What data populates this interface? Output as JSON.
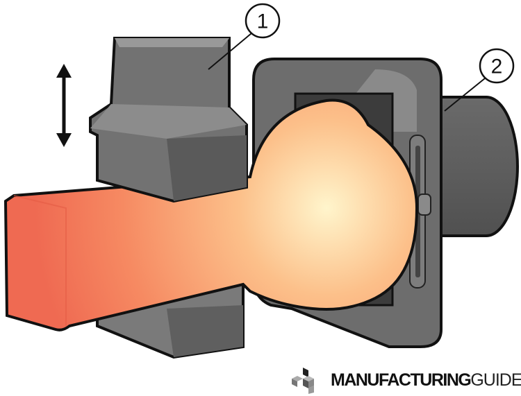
{
  "callouts": [
    {
      "label": "1"
    },
    {
      "label": "2"
    }
  ],
  "logo": {
    "bold": "MANUFACTURING",
    "light": "GUIDE"
  },
  "colors": {
    "die": "#6f6f6f",
    "die_light": "#8a8a8a",
    "outline": "#111111",
    "hot_center": "#fff3c8",
    "hot_edge": "#f26a4e"
  }
}
